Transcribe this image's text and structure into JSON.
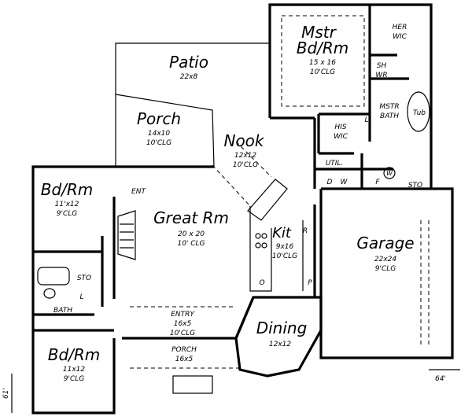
{
  "rooms": {
    "mstr_bdrm": {
      "line1": "Mstr",
      "line2": "Bd/Rm",
      "dims": "15 x 16",
      "clg": "10'CLG"
    },
    "her_wic": {
      "line1": "HER",
      "line2": "WIC"
    },
    "sh_wr": {
      "line1": "SH",
      "line2": "WR"
    },
    "mstr_bath": {
      "line1": "MSTR",
      "line2": "BATH"
    },
    "tub": {
      "label": "Tub"
    },
    "his_wic": {
      "line1": "HIS",
      "line2": "WIC"
    },
    "patio": {
      "name": "Patio",
      "dims": "22x8"
    },
    "porch_rear": {
      "name": "Porch",
      "dims": "14x10",
      "clg": "10'CLG"
    },
    "nook": {
      "name": "Nook",
      "dims": "12x12",
      "clg": "10'CLG"
    },
    "util": {
      "label": "UTIL."
    },
    "dw": {
      "d": "D",
      "w": "W"
    },
    "f": {
      "label": "F"
    },
    "w_circle": {
      "label": "W"
    },
    "sto_garage": {
      "label": "STO"
    },
    "bdrm_upper": {
      "name": "Bd/Rm",
      "dims": "11'x12",
      "clg": "9'CLG"
    },
    "ent": {
      "label": "ENT"
    },
    "great_rm": {
      "name": "Great Rm",
      "dims": "20 x 20",
      "clg": "10' CLG"
    },
    "kit": {
      "name": "Kit",
      "dims": "9x16",
      "clg": "10'CLG"
    },
    "r": {
      "label": "R"
    },
    "o": {
      "label": "O"
    },
    "p": {
      "label": "P"
    },
    "garage": {
      "name": "Garage",
      "dims": "22x24",
      "clg": "9'CLG"
    },
    "sto_bath": {
      "label": "STO"
    },
    "l_bath": {
      "label": "L"
    },
    "l_mstr": {
      "label": "L"
    },
    "bath": {
      "label": "BATH"
    },
    "entry": {
      "name": "ENTRY",
      "dims": "16x5",
      "clg": "10'CLG"
    },
    "dining": {
      "name": "Dining",
      "dims": "12x12"
    },
    "bdrm_lower": {
      "name": "Bd/Rm",
      "dims": "11x12",
      "clg": "9'CLG"
    },
    "porch_front": {
      "name": "PORCH",
      "dims": "16x5"
    }
  },
  "dimensions": {
    "width": "64'",
    "depth": "61'"
  }
}
